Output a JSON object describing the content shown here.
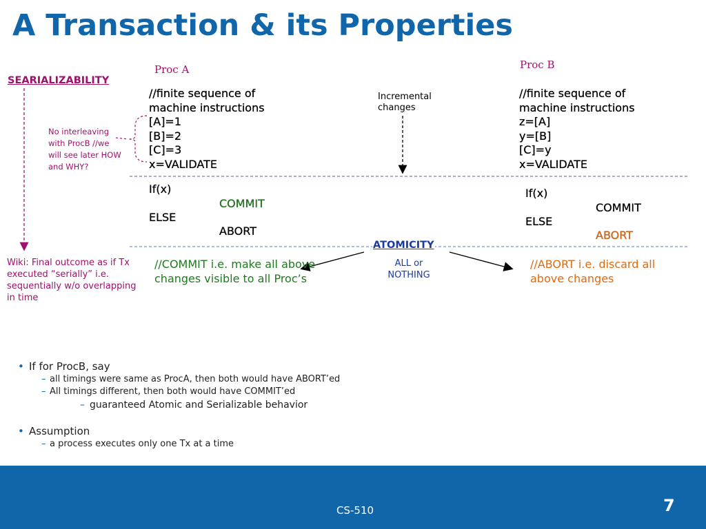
{
  "title": "A Transaction & its Properties",
  "proc_a": {
    "heading": "Proc A",
    "code": [
      "//finite sequence of",
      "machine instructions",
      "[A]=1",
      "[B]=2",
      "[C]=3",
      "x=VALIDATE"
    ],
    "if": "If(x)",
    "commit": "COMMIT",
    "else": "ELSE",
    "abort": "ABORT"
  },
  "proc_b": {
    "heading": "Proc B",
    "code": [
      "//finite sequence of",
      "machine instructions",
      "z=[A]",
      "y=[B]",
      "[C]=y",
      "x=VALIDATE"
    ],
    "if": "If(x)",
    "commit": "COMMIT",
    "else": "ELSE",
    "abort": "ABORT"
  },
  "serializability": "SEARIALIZABILITY",
  "no_interleaving": "No interleaving with ProcB //we will see later HOW and WHY?",
  "incremental": "Incremental changes",
  "atomicity": "ATOMICITY",
  "all_or_nothing": "ALL or NOTHING",
  "wiki": "Wiki: Final outcome as if Tx executed “serially” i.e. sequentially w/o overlapping in time",
  "commit_note": "//COMMIT i.e. make all above changes visible to all Proc’s",
  "abort_note": "//ABORT i.e. discard all above changes",
  "bullets": {
    "b1": "If for ProcB, say",
    "b1_sub1": "all timings were same as ProcA, then both would have ABORT’ed",
    "b1_sub2": "All timings different, then both would have COMMIT’ed",
    "b1_sub3": "guaranteed Atomic and Serializable behavior",
    "b2": "Assumption",
    "b2_sub1": "a process executes only one Tx at a time"
  },
  "footer": {
    "course": "CS-510",
    "page": "7"
  },
  "colors": {
    "blue": "#1166aa",
    "magenta": "#a0106b",
    "green": "#1e7a1e",
    "orange": "#e06a10",
    "navy": "#1a3aa0"
  }
}
